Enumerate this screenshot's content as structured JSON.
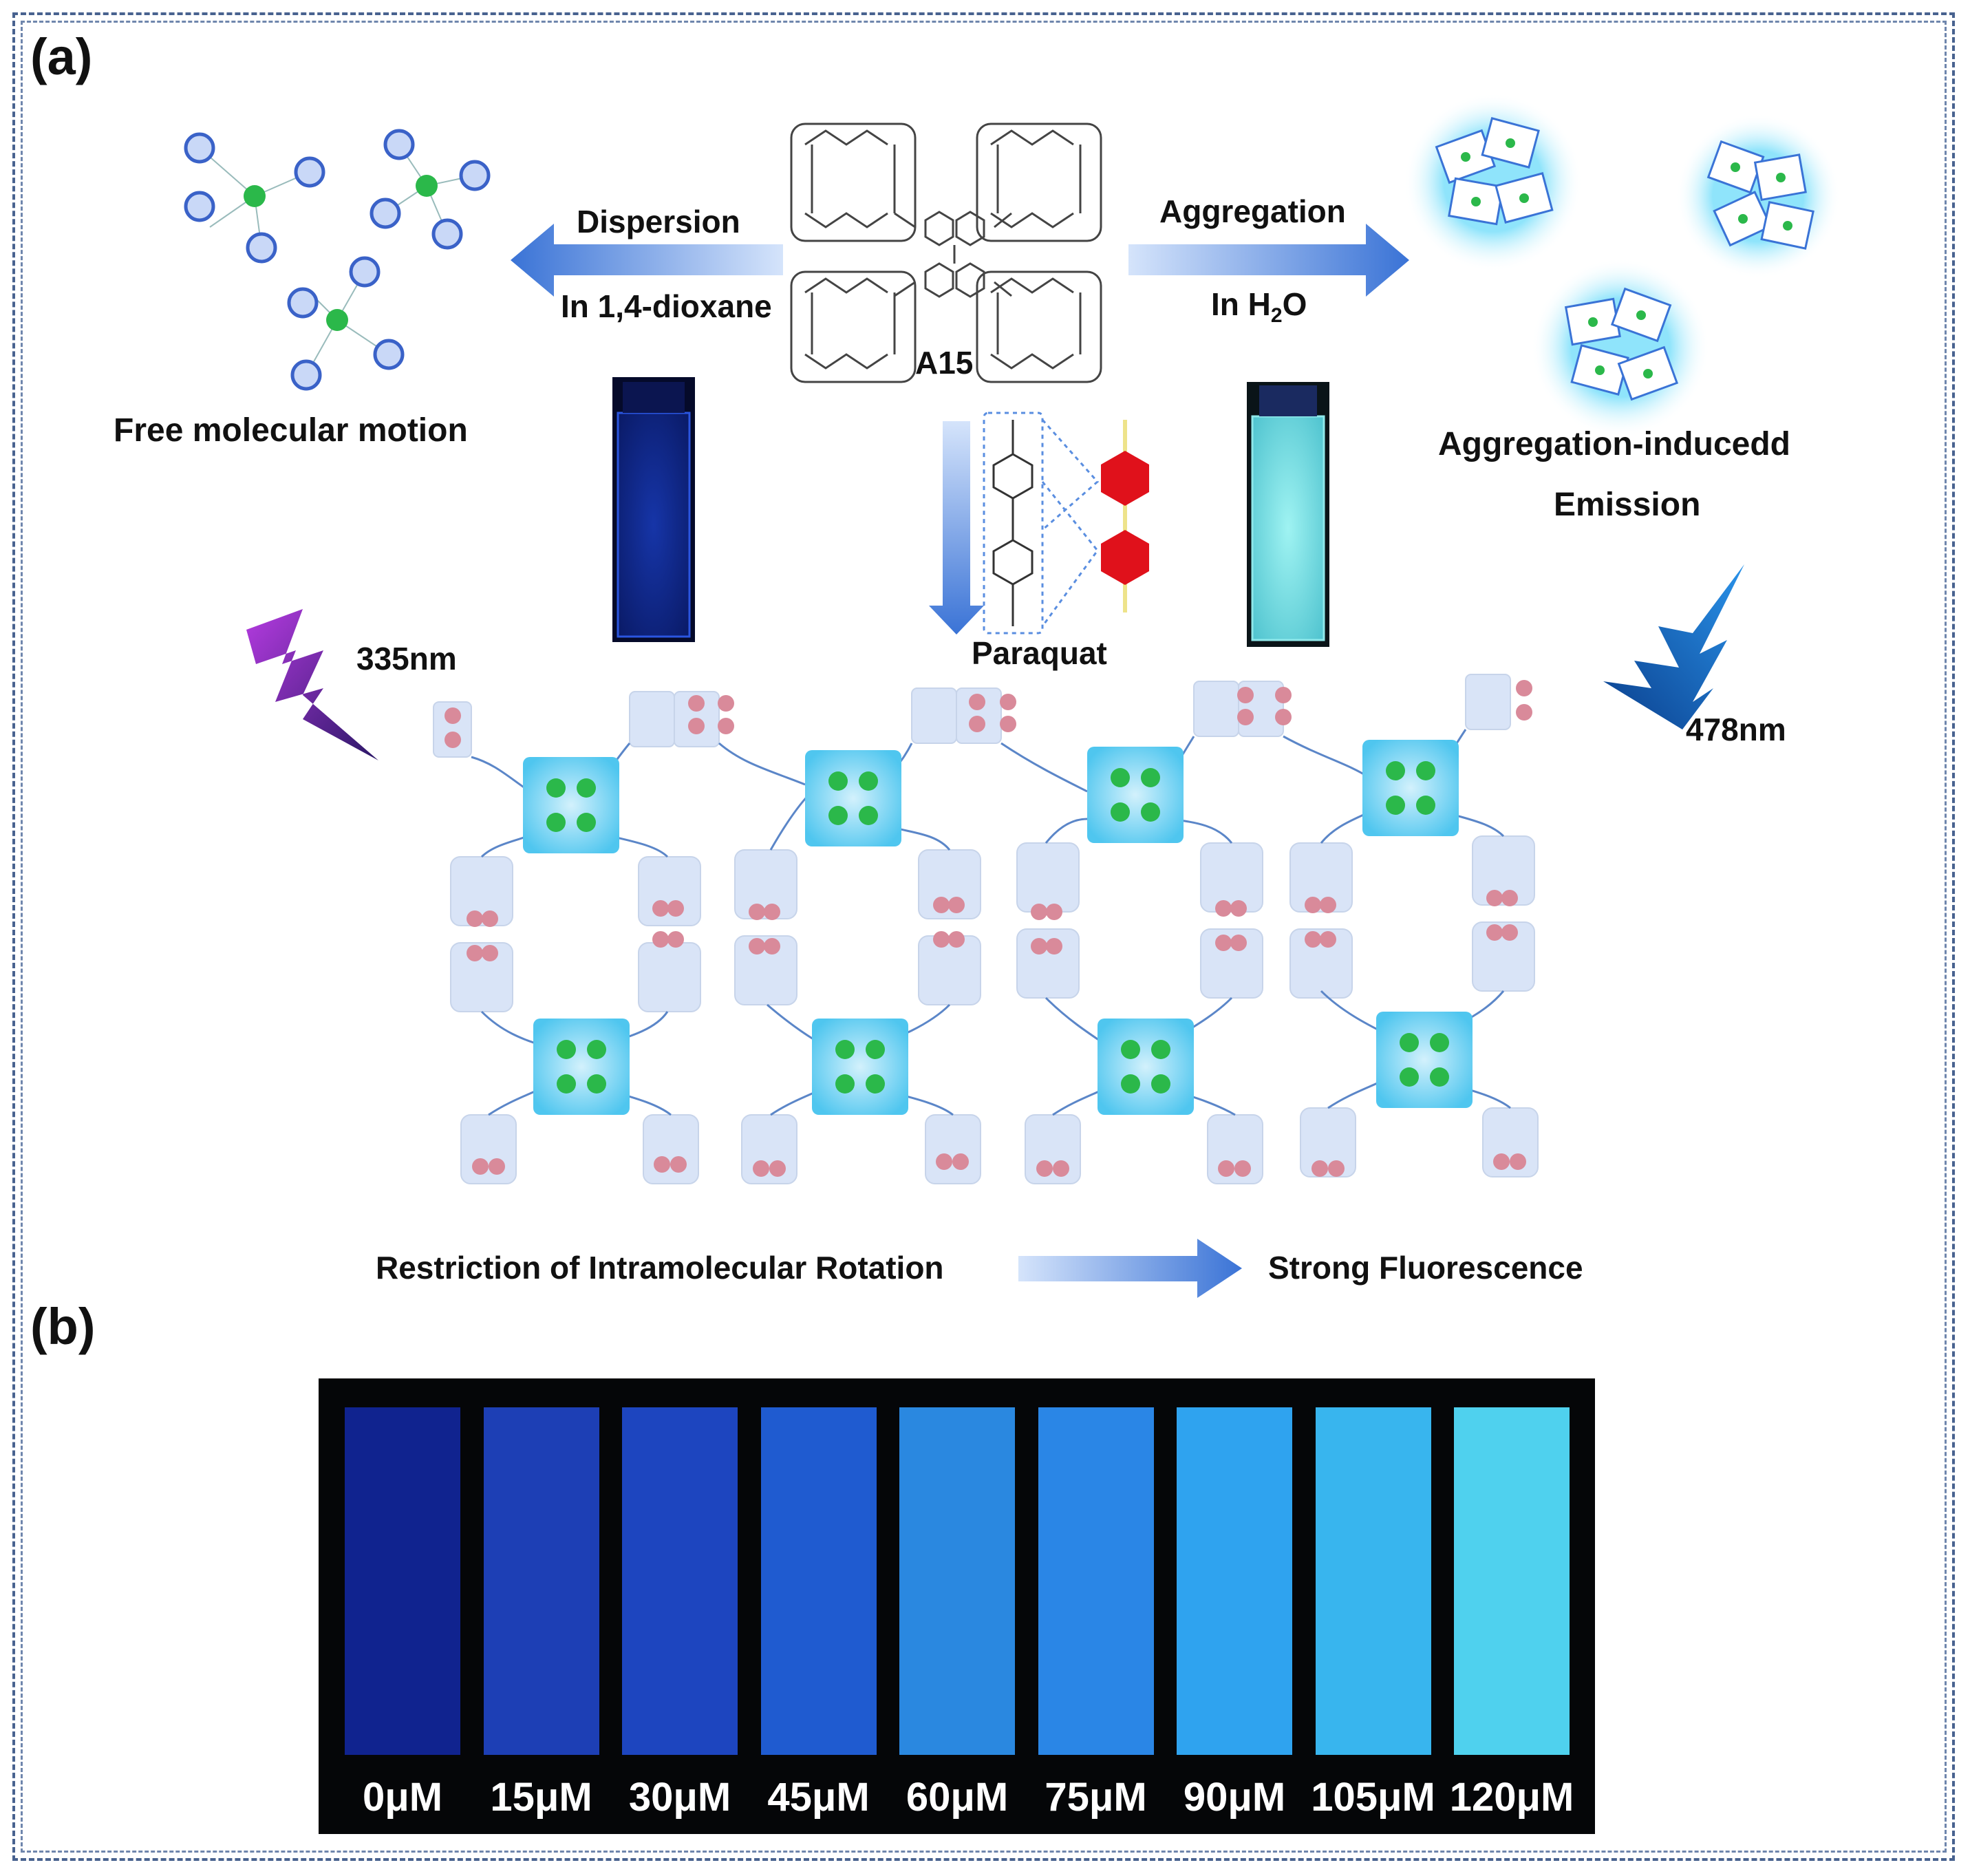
{
  "panel_a": {
    "label": "(a)",
    "molecule_name": "A15",
    "left_arrow": {
      "top": "Dispersion",
      "bottom": "In 1,4-dioxane"
    },
    "right_arrow": {
      "top": "Aggregation",
      "bottom_prefix": "In H",
      "bottom_sub": "2",
      "bottom_suffix": "O"
    },
    "left_caption": "Free molecular motion",
    "right_caption_line1": "Aggregation-inducedd",
    "right_caption_line2": "Emission",
    "guest_name": "Paraquat",
    "excitation": "335nm",
    "emission": "478nm",
    "bottom_left": "Restriction of Intramolecular Rotation",
    "bottom_right": "Strong Fluorescence",
    "colors": {
      "arrow_blue": "#3a73d6",
      "hexagon_red": "#e0111b",
      "lightning_purple": "#5a2a9a",
      "lightning_blue": "#0b6fd6",
      "glow_cyan": "#4fd3f5"
    }
  },
  "panel_b": {
    "label": "(b)",
    "strips": [
      {
        "conc": "0μM",
        "color": "#10238f"
      },
      {
        "conc": "15μM",
        "color": "#1d3fb5"
      },
      {
        "conc": "30μM",
        "color": "#1d45bf"
      },
      {
        "conc": "45μM",
        "color": "#1f5bd0"
      },
      {
        "conc": "60μM",
        "color": "#2a88e0"
      },
      {
        "conc": "75μM",
        "color": "#2a86e6"
      },
      {
        "conc": "90μM",
        "color": "#2fa3ef"
      },
      {
        "conc": "105μM",
        "color": "#38b5ee"
      },
      {
        "conc": "120μM",
        "color": "#4fd1ee"
      }
    ]
  }
}
